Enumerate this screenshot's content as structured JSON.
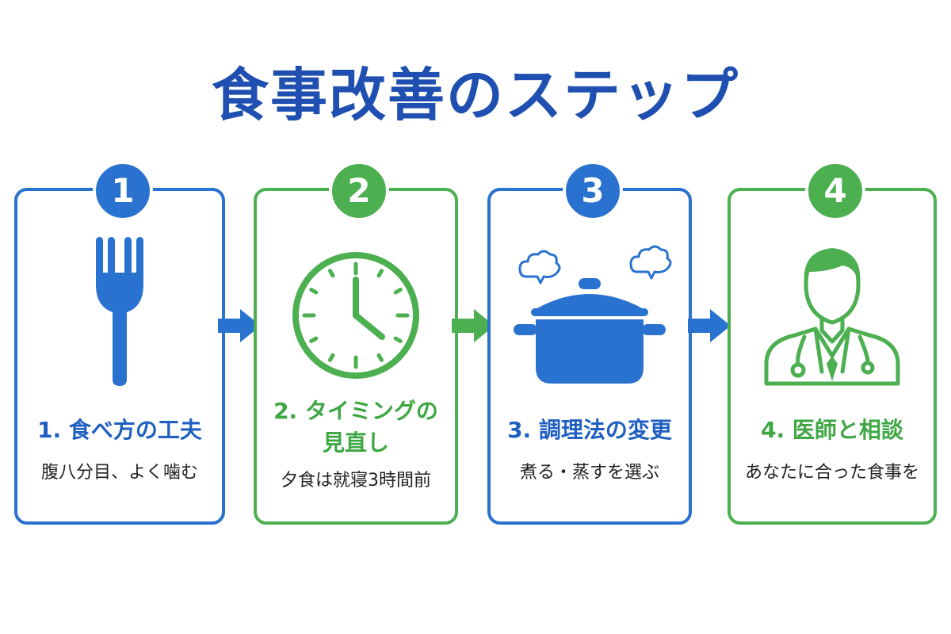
{
  "title": "食事改善のステップ",
  "colors": {
    "blue": "#2a72cf",
    "green": "#4caf50",
    "title": "#1f4fb0"
  },
  "steps": [
    {
      "number": "1",
      "title": "1. 食べ方の工夫",
      "desc": "腹八分目、よく噛む",
      "icon": "fork-icon",
      "color": "blue"
    },
    {
      "number": "2",
      "title_line1": "2. タイミングの",
      "title_line2": "見直し",
      "desc": "夕食は就寝3時間前",
      "icon": "clock-icon",
      "color": "green"
    },
    {
      "number": "3",
      "title": "3. 調理法の変更",
      "desc": "煮る・蒸すを選ぶ",
      "icon": "steaming-pot-icon",
      "color": "blue"
    },
    {
      "number": "4",
      "title": "4. 医師と相談",
      "desc": "あなたに合った食事を",
      "icon": "doctor-icon",
      "color": "green"
    }
  ]
}
